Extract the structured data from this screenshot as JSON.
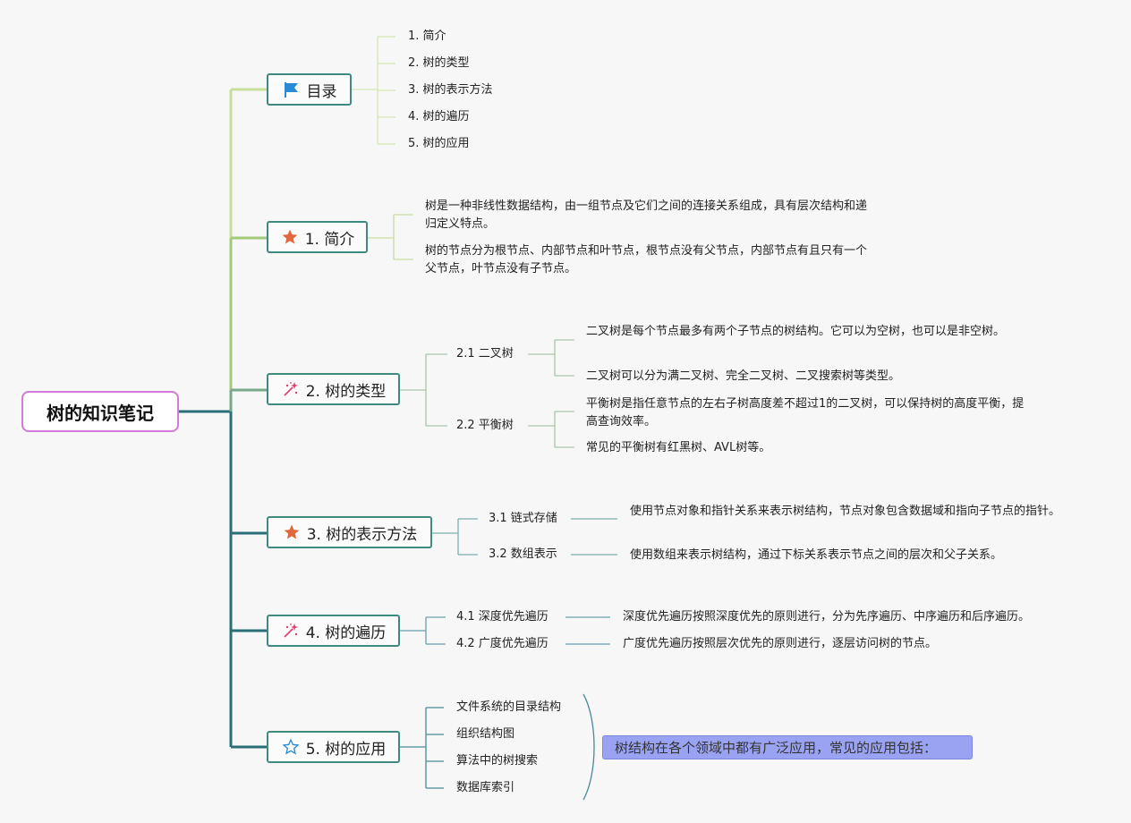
{
  "root": {
    "title": "树的知识笔记"
  },
  "branches": {
    "toc": {
      "label": "目录",
      "items": [
        "1. 简介",
        "2. 树的类型",
        "3. 树的表示方法",
        "4. 树的遍历",
        "5. 树的应用"
      ]
    },
    "intro": {
      "label": "1. 简介",
      "notes": [
        "树是一种非线性数据结构，由一组节点及它们之间的连接关系组成，具有层次结构和递归定义特点。",
        "树的节点分为根节点、内部节点和叶节点，根节点没有父节点，内部节点有且只有一个父节点，叶节点没有子节点。"
      ]
    },
    "types": {
      "label": "2. 树的类型",
      "sub": [
        {
          "label": "2.1 二叉树",
          "notes": [
            "二叉树是每个节点最多有两个子节点的树结构。它可以为空树，也可以是非空树。",
            "二叉树可以分为满二叉树、完全二叉树、二叉搜索树等类型。"
          ]
        },
        {
          "label": "2.2 平衡树",
          "notes": [
            "平衡树是指任意节点的左右子树高度差不超过1的二叉树，可以保持树的高度平衡，提高查询效率。",
            "常见的平衡树有红黑树、AVL树等。"
          ]
        }
      ]
    },
    "repr": {
      "label": "3. 树的表示方法",
      "sub": [
        {
          "label": "3.1 链式存储",
          "note": "使用节点对象和指针关系来表示树结构，节点对象包含数据域和指向子节点的指针。"
        },
        {
          "label": "3.2 数组表示",
          "note": "使用数组来表示树结构，通过下标关系表示节点之间的层次和父子关系。"
        }
      ]
    },
    "traversal": {
      "label": "4. 树的遍历",
      "sub": [
        {
          "label": "4.1 深度优先遍历",
          "note": "深度优先遍历按照深度优先的原则进行，分为先序遍历、中序遍历和后序遍历。"
        },
        {
          "label": "4.2 广度优先遍历",
          "note": "广度优先遍历按照层次优先的原则进行，逐层访问树的节点。"
        }
      ]
    },
    "apps": {
      "label": "5. 树的应用",
      "items": [
        "文件系统的目录结构",
        "组织结构图",
        "算法中的树搜索",
        "数据库索引"
      ],
      "summary": "树结构在各个领域中都有广泛应用，常见的应用包括："
    }
  },
  "icons": {
    "toc": "flag-icon",
    "intro": "star-filled-icon",
    "types": "sparkle-icon",
    "repr": "star-filled-icon",
    "traversal": "sparkle-icon",
    "apps": "star-outline-icon"
  },
  "colors": {
    "root_border": "#d27ad9",
    "node_border": "#3f8a80",
    "summary_fill": "#9aa3f2",
    "star": "#e0683c",
    "flag": "#2a8ad4",
    "sparkle": "#e23b6a"
  }
}
